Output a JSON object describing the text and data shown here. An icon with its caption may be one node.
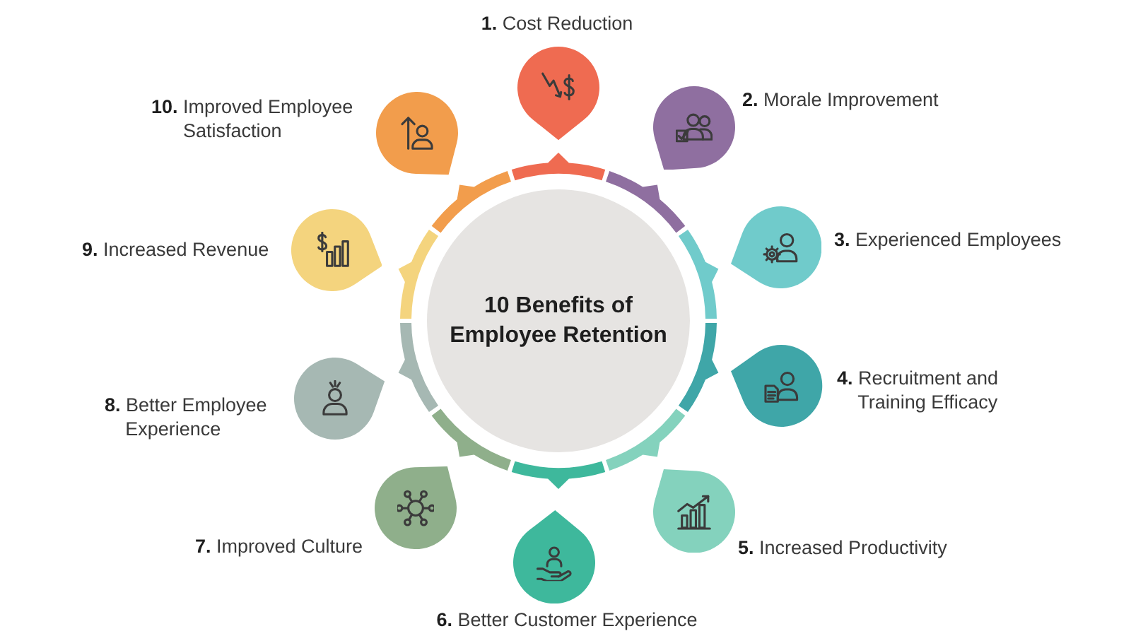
{
  "diagram": {
    "nodes": [
      {
        "text": [
          "10 Benefits of Employee Retention"
        ]
      },
      {
        "text": [],
        "shape": "circle",
        "beside": [
          "**1.** Cost Reduction"
        ]
      },
      {
        "text": [],
        "shape": "circle",
        "beside": [
          "**2.** Morale Improvement"
        ]
      },
      {
        "text": [],
        "shape": "circle",
        "beside": [
          "**3.** Experienced Employees"
        ]
      },
      {
        "text": [],
        "shape": "circle",
        "beside": [
          "**4.** Recruitment and Training Efficacy"
        ]
      },
      {
        "text": [],
        "shape": "circle",
        "beside": [
          "**5.** Increased Productivity"
        ]
      },
      {
        "text": [],
        "shape": "circle",
        "beside": [
          "**6.** Better Customer Experience"
        ]
      },
      {
        "text": [],
        "shape": "circle",
        "beside": [
          "**7.** Improved Culture"
        ]
      },
      {
        "text": [],
        "shape": "circle",
        "beside": [
          "**8.** Better Employee Experience"
        ]
      },
      {
        "text": [],
        "shape": "circle",
        "beside": [
          "**9.** Increased Revenue"
        ]
      },
      {
        "text": [],
        "shape": "circle",
        "beside": [
          "**10.** Improved Employee Satisfaction"
        ]
      }
    ]
  }
}
